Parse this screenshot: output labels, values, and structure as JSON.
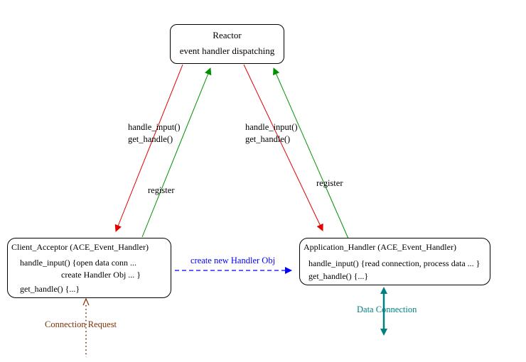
{
  "diagram": {
    "reactor": {
      "title": "Reactor",
      "subtitle": "event handler dispatching"
    },
    "client_acceptor": {
      "title": "Client_Acceptor (ACE_Event_Handler)",
      "body_line1": "handle_input() {open data conn ...",
      "body_line2": "create Handler Obj ... }",
      "body_line3": "get_handle() {...}"
    },
    "application_handler": {
      "title": "Application_Handler (ACE_Event_Handler)",
      "body_line1": "handle_input() {read connection, process data ... }",
      "body_line2": "get_handle() {...}"
    },
    "labels": {
      "left_dispatch_line1": "handle_input()",
      "left_dispatch_line2": "get_handle()",
      "right_dispatch_line1": "handle_input()",
      "right_dispatch_line2": "get_handle()",
      "left_register": "register",
      "right_register": "register",
      "create_handler": "create new Handler Obj",
      "connection_request": "Connection Request",
      "data_connection": "Data Connection"
    },
    "colors": {
      "dispatch_arrow": "#e10000",
      "register_arrow": "#009100",
      "create_handler_arrow": "#0000ff",
      "data_connection_arrow": "#008080",
      "connection_request_arrow": "#803000",
      "box_border": "#000000"
    }
  }
}
